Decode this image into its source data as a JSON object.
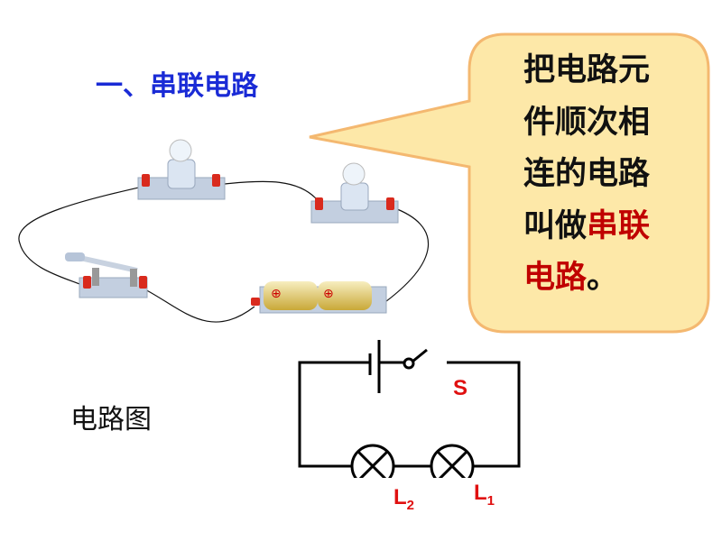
{
  "title": "一、串联电路",
  "callout": {
    "lines": [
      "把电路元",
      "件顺次相",
      "连的电路"
    ],
    "line4_prefix": "叫做",
    "line4_highlight": "串联",
    "line5_highlight": "电路",
    "line5_suffix": "。",
    "fill": "#fde8a8",
    "border": "#f4b870",
    "highlight_color": "#c00000"
  },
  "diagram_label": "电路图",
  "schematic": {
    "switch_label": "S",
    "lamp2": {
      "letter": "L",
      "sub": "2"
    },
    "lamp1": {
      "letter": "L",
      "sub": "1"
    }
  },
  "photo": {
    "battery_symbols": [
      "⊕",
      "⊕"
    ]
  }
}
